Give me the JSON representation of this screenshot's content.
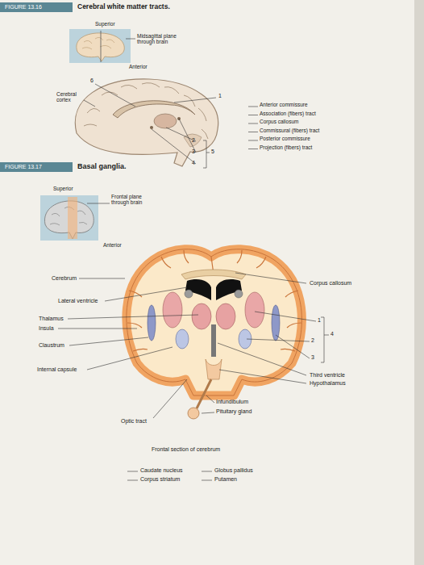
{
  "diagram": {
    "labels": [
      "FIGURE 13.16",
      "Cerebral white matter tracts.",
      "Superior",
      "Midsagittal plane through brain",
      "Anterior",
      "Cerebral cortex",
      "6",
      "1",
      "2",
      "3",
      "4",
      "5",
      "Anterior commissure",
      "Association (fibers) tract",
      "Corpus callosum",
      "Commissural (fibers) tract",
      "Posterior commissure",
      "Projection (fibers) tract",
      "FIGURE 13.17",
      "Basal ganglia.",
      "Superior",
      "Frontal plane through brain",
      "Anterior",
      "Cerebrum",
      "Corpus callosum",
      "Lateral ventricle",
      "Thalamus",
      "Insula",
      "Claustrum",
      "Internal capsule",
      "1",
      "2",
      "3",
      "4",
      "Third ventricle",
      "Hypothalamus",
      "Infundibulum",
      "Pituitary gland",
      "Optic tract",
      "Frontal section of cerebrum",
      "Caudate nucleus",
      "Corpus striatum",
      "Globus pallidus",
      "Putamen"
    ]
  }
}
